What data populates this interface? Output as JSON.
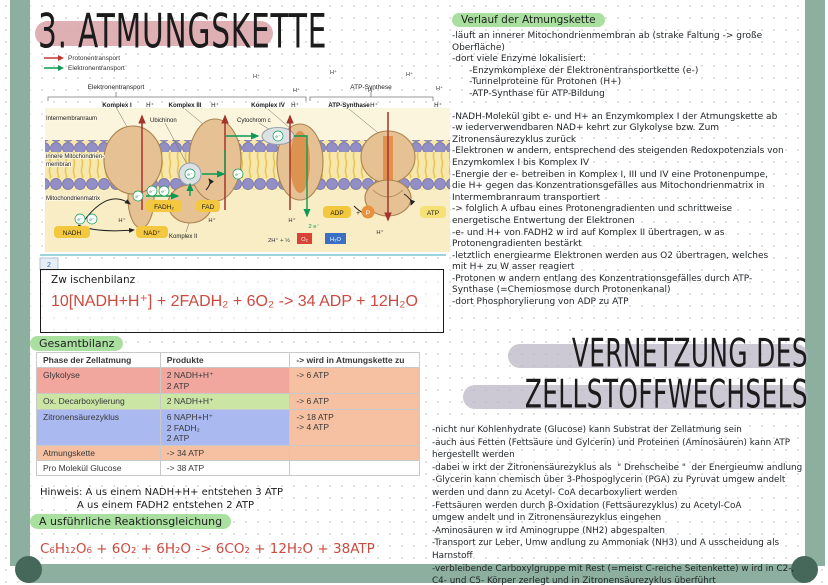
{
  "colors": {
    "frame_strip": "#8daf9f",
    "frame_corner": "#46685a",
    "title_highlight": "#d9a1a6",
    "green_highlight": "#a9e0a0",
    "lavender_highlight": "#b6b0c2",
    "red_equation": "#cc4a40",
    "proton_arrow": "#a5342c",
    "electron_arrow": "#0c9a55",
    "table_red": "#f2a79e",
    "table_green": "#cbe5a5",
    "table_blue": "#aab9f0",
    "table_peach": "#f6c1a2"
  },
  "title": "3. ATMUNGSKETTE",
  "legend": {
    "items": [
      {
        "label": "Protonentransport",
        "color": "#c0392f"
      },
      {
        "label": "Elektronentransport",
        "color": "#0c9a55"
      }
    ]
  },
  "diagram": {
    "bracket_left": "Elektronentransport",
    "bracket_right": "ATP-Synthese",
    "labels": {
      "komplex1": "Komplex I",
      "komplex2": "Komplex II",
      "komplex3": "Komplex III",
      "komplex4": "Komplex IV",
      "atp_synthase": "ATP-Synthase",
      "ubichinon": "Ubichinon",
      "cytochrom_c": "Cytochrom c",
      "intermembranraum": "Intermembranraum",
      "membran_line1": "innere Mitochondrien-",
      "membran_line2": "membran",
      "matrix": "Mitochondrienmatrix"
    },
    "molecules": {
      "nadh": "NADH",
      "nad": "NAD⁺",
      "fadh2": "FADH₂",
      "fad": "FAD",
      "adp": "ADP",
      "plus": "+",
      "p": "P",
      "atp": "ATP",
      "h_plus": "H⁺",
      "e_minus": "e⁻",
      "two_e": "2 e⁻",
      "water_reaction": "2H⁺ + ½",
      "o2": "O₂",
      "h2o": "H₂O"
    },
    "figure_number": "2"
  },
  "zwischenbilanz": {
    "heading": "Zw ischenbilanz",
    "equation": "10[NADH+H⁺] + 2FADH₂ + 6O₂ -> 34 ADP + 12H₂O"
  },
  "gesamtbilanz": {
    "heading": "Gesamtbilanz",
    "table": {
      "headers": [
        "Phase der Zellatmung",
        "Produkte",
        "-> wird in Atmungskette zu"
      ],
      "rows": [
        {
          "phase": "Glykolyse",
          "produkte": "2 NADH+H⁺\n2 ATP",
          "atp": "-> 6 ATP"
        },
        {
          "phase": "Ox. Decarboxylierung",
          "produkte": "2 NADH+H⁺",
          "atp": "-> 6 ATP"
        },
        {
          "phase": "Zitronensäurezyklus",
          "produkte": "6 NAPH+H⁺\n2 FADH₂\n2 ATP",
          "atp": "-> 18 ATP\n-> 4 ATP"
        },
        {
          "phase": "Atmungskette",
          "produkte": "-> 34 ATP",
          "atp": ""
        },
        {
          "phase": "Pro Molekül Glucose",
          "produkte": "-> 38 ATP",
          "atp": ""
        }
      ]
    }
  },
  "hinweis": {
    "line1": "Hinweis: A us einem NADH+H+ entstehen 3 ATP",
    "line2": "A us einem FADH2 entstehen 2 ATP"
  },
  "reaktionsgleichung": {
    "heading": "A usführliche Reaktionsgleichung",
    "equation": "C₆H₁₂O₆ + 6O₂ + 6H₂O -> 6CO₂ + 12H₂O + 38ATP"
  },
  "right": {
    "verlauf_heading": "Verlauf der Atmungskette",
    "verlauf_body": "-läuft an innerer Mitochondrienmembran ab (strake Faltung -> große\nOberfläche)\n-dort viele Enzyme lokalisiert:\n      -Enzymkomplexe der Elektronentransportkette (e-)\n      -Tunnelproteine für Protonen (H+)\n      -ATP-Synthase für ATP-Bildung",
    "verlauf_body2": "-NADH-Molekül gibt e- und H+ an Enzymkomplex I der Atmungskette ab\n-w iederverwendbaren NAD+ kehrt zur Glykolyse bzw. Zum\nZitronensäurezyklus zurück\n-Elektronen w andern, entsprechend des steigenden Redoxpotenzials von\nEnzymkomlex I bis Komplex IV\n-Energie der e- betreiben in Komplex I, III und IV eine Protonenpumpe,\ndie H+ gegen das Konzentrationsgefälles aus Mitochondrienmatrix in\nIntermembranraum transportiert\n-> folglich A ufbau eines Protonengradienten und schrittweise\nenergetische Entwertung der Elektronen\n-e- und H+ von FADH2 w ird auf Komplex II übertragen, w as\nProtonengradienten bestärkt\n-letztlich energiearme Elektronen werden aus O2 übertragen, welches\nmit H+ zu W asser reagiert\n-Protonen w andern entlang des Konzentrationsgefälles durch ATP-\nSynthase (=Chemiosmose durch Protonenkanal)\n-dort Phosphorylierung von ADP zu ATP",
    "vernetzung_line1": "VERNETZUNG DES",
    "vernetzung_line2": "ZELLSTOFFWECHSELS",
    "vernetzung_body": "-nicht nur Kohlenhydrate (Glucose) kann Substrat der Zellatmung sein\n-auch aus Fetten (Fettsäure und Gylcerin) und Proteinen (Aminosäuren) kann ATP\nhergestellt werden\n-dabei w irkt der Zitronensäurezyklus als  \" Drehscheibe \"  der Energieumw andlung\n-Glycerin kann chemisch über 3-Phospoglycerin (PGA) zu Pyruvat umgew andelt\nwerden und dann zu Acetyl- CoA decarboxyliert werden\n-Fettsäuren werden durch β-Oxidation (Fettsäurezyklus) zu Acetyl-CoA\numgew andelt und in Zitronensäurezyklus eingehen\n-Aminosäuren w ird Aminogruppe (NH2) abgespalten\n-Transport zur Leber, Umw andlung zu Ammoniak (NH3) und A usscheidung als\nHarnstoff\n-verbleibende Carboxylgruppe mit Rest (=meist C-reiche Seitenkette) w ird in C2-,\nC4- und C5- Körper zerlegt und in Zitronensäurezyklus überführt"
  }
}
